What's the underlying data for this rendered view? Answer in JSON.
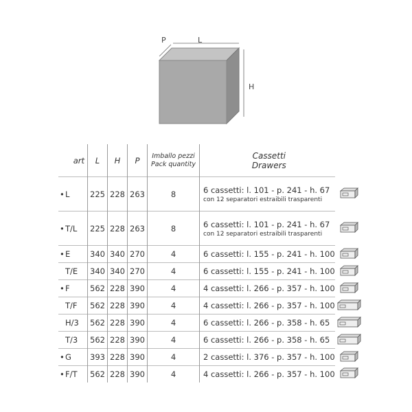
{
  "diagram": {
    "labels": {
      "depth": "P",
      "length": "L",
      "height": "H"
    }
  },
  "table": {
    "headers": {
      "art": "art",
      "L": "L",
      "H": "H",
      "P": "P",
      "pack_it": "Imballo pezzi",
      "pack_en": "Pack quantity",
      "drawers_it": "Cassetti",
      "drawers_en": "Drawers"
    },
    "rows": [
      {
        "bullet": "•",
        "art": "L",
        "L": "225",
        "H": "228",
        "P": "263",
        "pack": "8",
        "drawers": "6 cassetti: l. 101 - p. 241 - h. 67",
        "note": "con 12 separatori estraibili trasparenti"
      },
      {
        "bullet": "•",
        "art": "T/L",
        "L": "225",
        "H": "228",
        "P": "263",
        "pack": "8",
        "drawers": "6 cassetti: l. 101 - p. 241 - h. 67",
        "note": "con 12 separatori estraibili trasparenti"
      },
      {
        "bullet": "•",
        "art": "E",
        "L": "340",
        "H": "340",
        "P": "270",
        "pack": "4",
        "drawers": "6 cassetti: l. 155 - p. 241 - h. 100"
      },
      {
        "bullet": "",
        "art": "T/E",
        "L": "340",
        "H": "340",
        "P": "270",
        "pack": "4",
        "drawers": "6 cassetti: l. 155 - p. 241 - h. 100"
      },
      {
        "bullet": "•",
        "art": "F",
        "L": "562",
        "H": "228",
        "P": "390",
        "pack": "4",
        "drawers": "4 cassetti: l. 266 - p. 357 - h. 100"
      },
      {
        "bullet": "",
        "art": "T/F",
        "L": "562",
        "H": "228",
        "P": "390",
        "pack": "4",
        "drawers": "4 cassetti: l. 266 - p. 357 - h. 100"
      },
      {
        "bullet": "",
        "art": "H/3",
        "L": "562",
        "H": "228",
        "P": "390",
        "pack": "4",
        "drawers": "6 cassetti: l. 266 - p. 358 - h. 65"
      },
      {
        "bullet": "",
        "art": "T/3",
        "L": "562",
        "H": "228",
        "P": "390",
        "pack": "4",
        "drawers": "6 cassetti: l. 266 - p. 358 - h. 65"
      },
      {
        "bullet": "•",
        "art": "G",
        "L": "393",
        "H": "228",
        "P": "390",
        "pack": "4",
        "drawers": "2 cassetti: l. 376 - p. 357 - h. 100"
      },
      {
        "bullet": "•",
        "art": "F/T",
        "L": "562",
        "H": "228",
        "P": "390",
        "pack": "4",
        "drawers": "4 cassetti: l. 266 - p. 357 - h. 100"
      }
    ]
  }
}
